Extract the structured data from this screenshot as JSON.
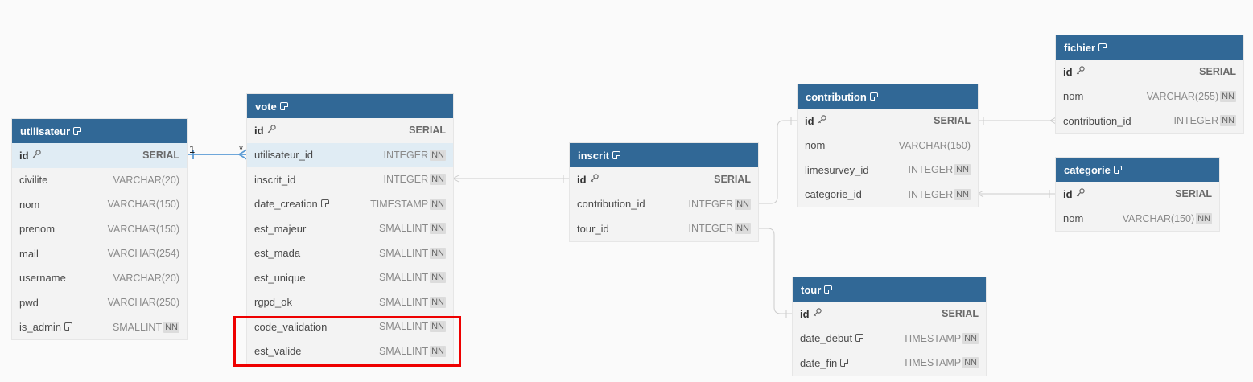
{
  "tables": {
    "utilisateur": {
      "name": "utilisateur",
      "columns": [
        {
          "name": "id",
          "type": "SERIAL"
        },
        {
          "name": "civilite",
          "type": "VARCHAR(20)"
        },
        {
          "name": "nom",
          "type": "VARCHAR(150)"
        },
        {
          "name": "prenom",
          "type": "VARCHAR(150)"
        },
        {
          "name": "mail",
          "type": "VARCHAR(254)"
        },
        {
          "name": "username",
          "type": "VARCHAR(20)"
        },
        {
          "name": "pwd",
          "type": "VARCHAR(250)"
        },
        {
          "name": "is_admin",
          "type": "SMALLINT",
          "nn": "NN"
        }
      ]
    },
    "vote": {
      "name": "vote",
      "columns": [
        {
          "name": "id",
          "type": "SERIAL"
        },
        {
          "name": "utilisateur_id",
          "type": "INTEGER",
          "nn": "NN"
        },
        {
          "name": "inscrit_id",
          "type": "INTEGER",
          "nn": "NN"
        },
        {
          "name": "date_creation",
          "type": "TIMESTAMP",
          "nn": "NN"
        },
        {
          "name": "est_majeur",
          "type": "SMALLINT",
          "nn": "NN"
        },
        {
          "name": "est_mada",
          "type": "SMALLINT",
          "nn": "NN"
        },
        {
          "name": "est_unique",
          "type": "SMALLINT",
          "nn": "NN"
        },
        {
          "name": "rgpd_ok",
          "type": "SMALLINT",
          "nn": "NN"
        },
        {
          "name": "code_validation",
          "type": "SMALLINT",
          "nn": "NN"
        },
        {
          "name": "est_valide",
          "type": "SMALLINT",
          "nn": "NN"
        }
      ]
    },
    "inscrit": {
      "name": "inscrit",
      "columns": [
        {
          "name": "id",
          "type": "SERIAL"
        },
        {
          "name": "contribution_id",
          "type": "INTEGER",
          "nn": "NN"
        },
        {
          "name": "tour_id",
          "type": "INTEGER",
          "nn": "NN"
        }
      ]
    },
    "contribution": {
      "name": "contribution",
      "columns": [
        {
          "name": "id",
          "type": "SERIAL"
        },
        {
          "name": "nom",
          "type": "VARCHAR(150)"
        },
        {
          "name": "limesurvey_id",
          "type": "INTEGER",
          "nn": "NN"
        },
        {
          "name": "categorie_id",
          "type": "INTEGER",
          "nn": "NN"
        }
      ]
    },
    "fichier": {
      "name": "fichier",
      "columns": [
        {
          "name": "id",
          "type": "SERIAL"
        },
        {
          "name": "nom",
          "type": "VARCHAR(255)",
          "nn": "NN"
        },
        {
          "name": "contribution_id",
          "type": "INTEGER",
          "nn": "NN"
        }
      ]
    },
    "categorie": {
      "name": "categorie",
      "columns": [
        {
          "name": "id",
          "type": "SERIAL"
        },
        {
          "name": "nom",
          "type": "VARCHAR(150)",
          "nn": "NN"
        }
      ]
    },
    "tour": {
      "name": "tour",
      "columns": [
        {
          "name": "id",
          "type": "SERIAL"
        },
        {
          "name": "date_debut",
          "type": "TIMESTAMP",
          "nn": "NN"
        },
        {
          "name": "date_fin",
          "type": "TIMESTAMP",
          "nn": "NN"
        }
      ]
    }
  },
  "relations": {
    "utilisateur_vote": {
      "from_card": "1",
      "to_card": "*"
    }
  },
  "colors": {
    "header": "#316896",
    "highlight_row": "#e0ecf4",
    "selected_link": "#5b9bd5",
    "annotation_box": "#e00000"
  }
}
